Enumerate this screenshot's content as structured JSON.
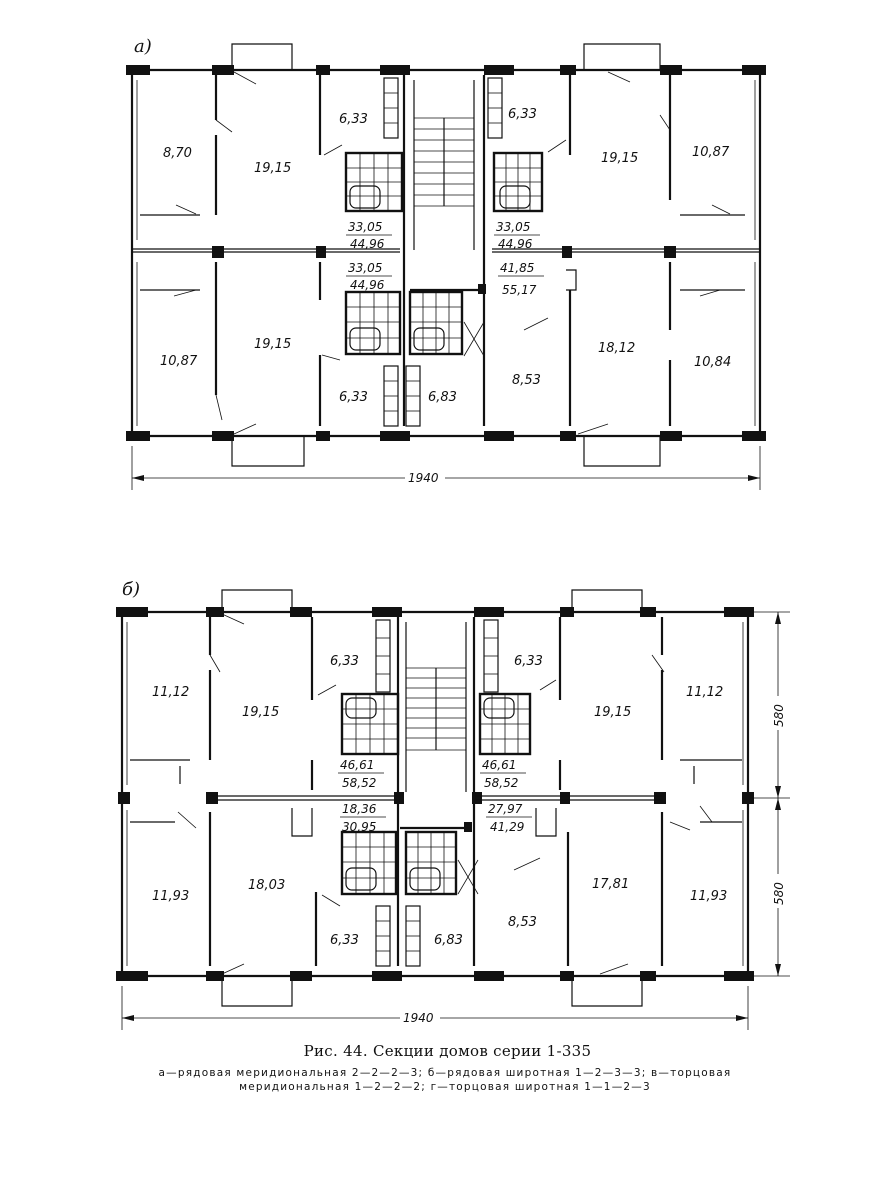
{
  "plan_a": {
    "tag": "а)",
    "width_dim": "1940",
    "rooms": {
      "tl_small": "8,70",
      "tl_large": "19,15",
      "tl_kitchen": "6,33",
      "tr_kitchen": "6,33",
      "tr_large": "19,15",
      "tr_small": "10,87",
      "bl_small": "10,87",
      "bl_large": "19,15",
      "bl_kitchen": "6,33",
      "bm_kitchen": "6,83",
      "bm_room": "8,53",
      "br_large": "18,12",
      "br_small": "10,84"
    },
    "areas": {
      "tl_num": "33,05",
      "tl_den": "44,96",
      "tr_num": "33,05",
      "tr_den": "44,96",
      "bl_num": "33,05",
      "bl_den": "44,96",
      "br_num": "41,85",
      "br_den": "55,17"
    }
  },
  "plan_b": {
    "tag": "б)",
    "width_dim": "1940",
    "depth_dim_top": "580",
    "depth_dim_bottom": "580",
    "rooms": {
      "tl_small": "11,12",
      "tl_large": "19,15",
      "tl_kitchen": "6,33",
      "tr_kitchen": "6,33",
      "tr_large": "19,15",
      "tr_small": "11,12",
      "bl_small": "11,93",
      "bl_large": "18,03",
      "bl_kitchen": "6,33",
      "bm_kitchen": "6,83",
      "bm_room": "8,53",
      "br_large": "17,81",
      "br_small": "11,93"
    },
    "areas": {
      "tl_num": "46,61",
      "tl_den": "58,52",
      "tr_num": "46,61",
      "tr_den": "58,52",
      "bl_num": "18,36",
      "bl_den": "30,95",
      "br_num": "27,97",
      "br_den": "41,29"
    }
  },
  "caption": "Рис. 44. Секции домов серии 1-335",
  "legend": "а—рядовая меридиональная 2—2—2—3; б—рядовая широтная 1—2—3—3; в—торцовая меридиональная 1—2—2—2; г—торцовая широтная 1—1—2—3"
}
